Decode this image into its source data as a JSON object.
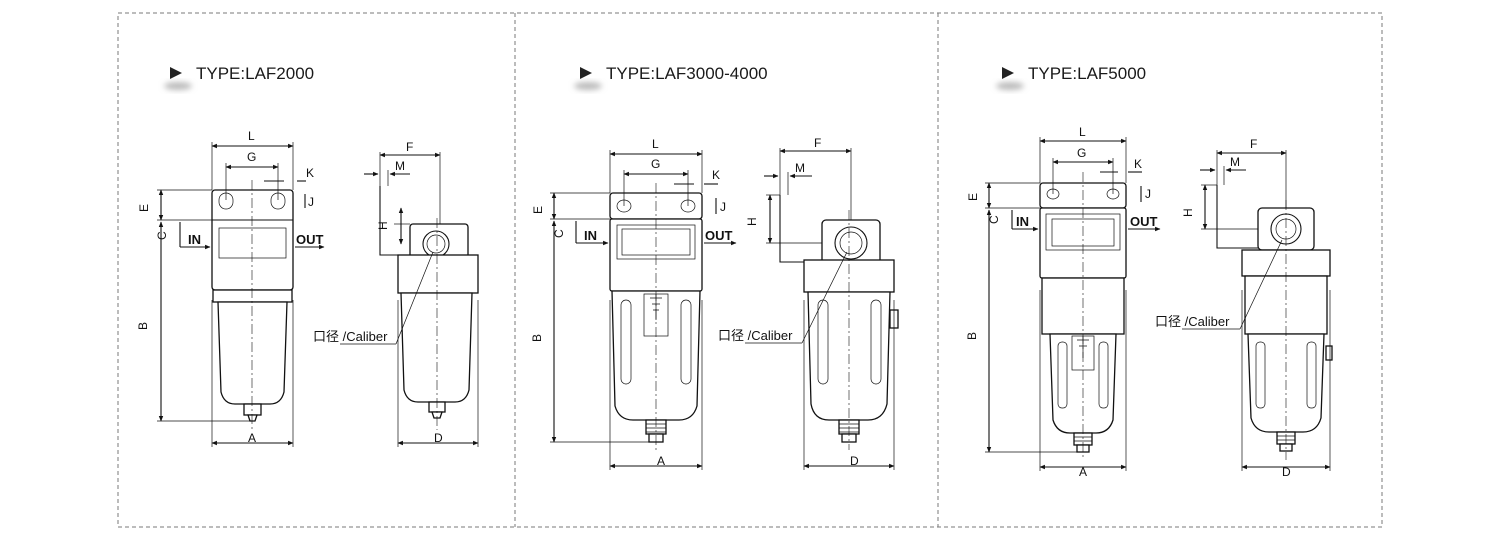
{
  "panels": [
    {
      "title": "TYPE:LAF2000",
      "dims": {
        "L": "L",
        "G": "G",
        "K": "K",
        "J": "J",
        "E": "E",
        "C": "C",
        "B": "B",
        "A": "A",
        "F": "F",
        "M": "M",
        "H": "H",
        "D": "D"
      },
      "ports": {
        "in": "IN",
        "out": "OUT"
      },
      "caliber": "口径 /Caliber"
    },
    {
      "title": "TYPE:LAF3000-4000",
      "dims": {
        "L": "L",
        "G": "G",
        "K": "K",
        "J": "J",
        "E": "E",
        "C": "C",
        "B": "B",
        "A": "A",
        "F": "F",
        "M": "M",
        "H": "H",
        "D": "D"
      },
      "ports": {
        "in": "IN",
        "out": "OUT"
      },
      "caliber": "口径 /Caliber"
    },
    {
      "title": "TYPE:LAF5000",
      "dims": {
        "L": "L",
        "G": "G",
        "K": "K",
        "J": "J",
        "E": "E",
        "C": "C",
        "B": "B",
        "A": "A",
        "F": "F",
        "M": "M",
        "H": "H",
        "D": "D"
      },
      "ports": {
        "in": "IN",
        "out": "OUT"
      },
      "caliber": "口径 /Caliber"
    }
  ]
}
